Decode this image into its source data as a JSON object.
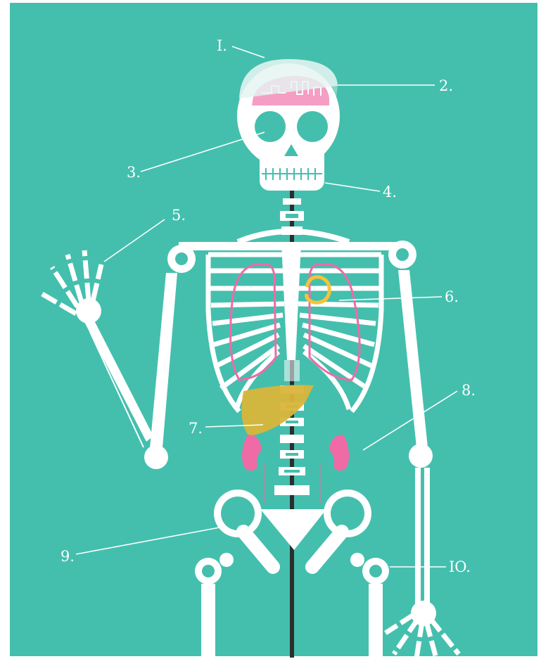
{
  "colors": {
    "background": "#44bfae",
    "bone": "#ffffff",
    "brain": "#f06aa5",
    "lungs": "#f06aa5",
    "heart": "#f5c33b",
    "liver": "#d9b53a",
    "kidneys": "#f06aa5",
    "spine": "#2d2d2d"
  },
  "labels": [
    {
      "id": "1",
      "text": "I."
    },
    {
      "id": "2",
      "text": "2."
    },
    {
      "id": "3",
      "text": "3."
    },
    {
      "id": "4",
      "text": "4."
    },
    {
      "id": "5",
      "text": "5."
    },
    {
      "id": "6",
      "text": "6."
    },
    {
      "id": "7",
      "text": "7."
    },
    {
      "id": "8",
      "text": "8."
    },
    {
      "id": "9",
      "text": "9."
    },
    {
      "id": "10",
      "text": "IO."
    }
  ]
}
